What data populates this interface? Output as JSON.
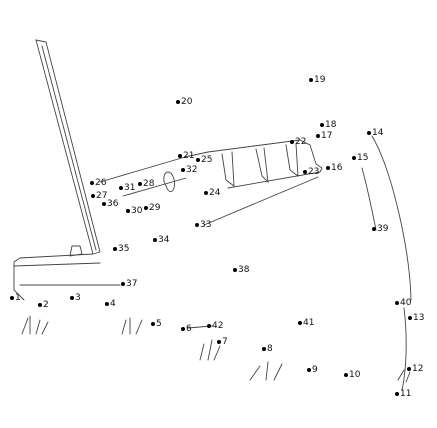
{
  "puzzle": {
    "points": [
      {
        "n": "1"
      },
      {
        "n": "2"
      },
      {
        "n": "3"
      },
      {
        "n": "4"
      },
      {
        "n": "5"
      },
      {
        "n": "6"
      },
      {
        "n": "7"
      },
      {
        "n": "8"
      },
      {
        "n": "9"
      },
      {
        "n": "10"
      },
      {
        "n": "11"
      },
      {
        "n": "12"
      },
      {
        "n": "13"
      },
      {
        "n": "14"
      },
      {
        "n": "15"
      },
      {
        "n": "16"
      },
      {
        "n": "17"
      },
      {
        "n": "18"
      },
      {
        "n": "19"
      },
      {
        "n": "20"
      },
      {
        "n": "21"
      },
      {
        "n": "22"
      },
      {
        "n": "23"
      },
      {
        "n": "24"
      },
      {
        "n": "25"
      },
      {
        "n": "26"
      },
      {
        "n": "27"
      },
      {
        "n": "28"
      },
      {
        "n": "29"
      },
      {
        "n": "30"
      },
      {
        "n": "31"
      },
      {
        "n": "32"
      },
      {
        "n": "33"
      },
      {
        "n": "34"
      },
      {
        "n": "35"
      },
      {
        "n": "36"
      },
      {
        "n": "37"
      },
      {
        "n": "38"
      },
      {
        "n": "39"
      },
      {
        "n": "40"
      },
      {
        "n": "41"
      },
      {
        "n": "42"
      }
    ]
  }
}
